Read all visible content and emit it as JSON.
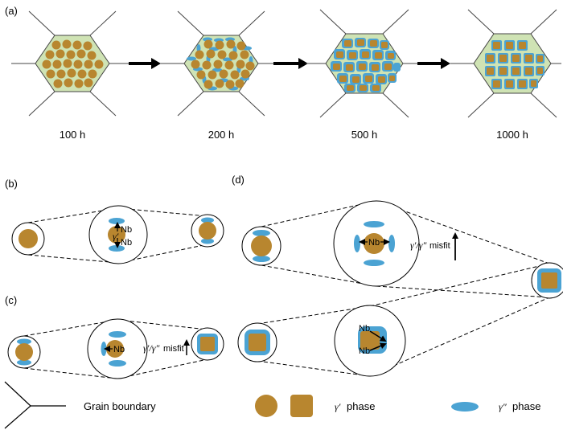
{
  "panels": {
    "a": "(a)",
    "b": "(b)",
    "c": "(c)",
    "d": "(d)"
  },
  "times": [
    "100 h",
    "200 h",
    "500 h",
    "1000 h"
  ],
  "labels": {
    "nb": "Nb",
    "gamma_prime": "γ′",
    "misfit_greek": "γ′/γ″",
    "misfit_word": "misfit"
  },
  "legend": {
    "grain_boundary": "Grain boundary",
    "gamma_prime_symbol": "γ′",
    "gamma_prime_word": "phase",
    "gamma_dprime_symbol": "γ″",
    "gamma_dprime_word": "phase"
  },
  "colors": {
    "gamma_prime": "#b8862f",
    "gamma_dprime": "#4ba3d3",
    "matrix": "#cfe3b4",
    "outline": "#000000"
  }
}
